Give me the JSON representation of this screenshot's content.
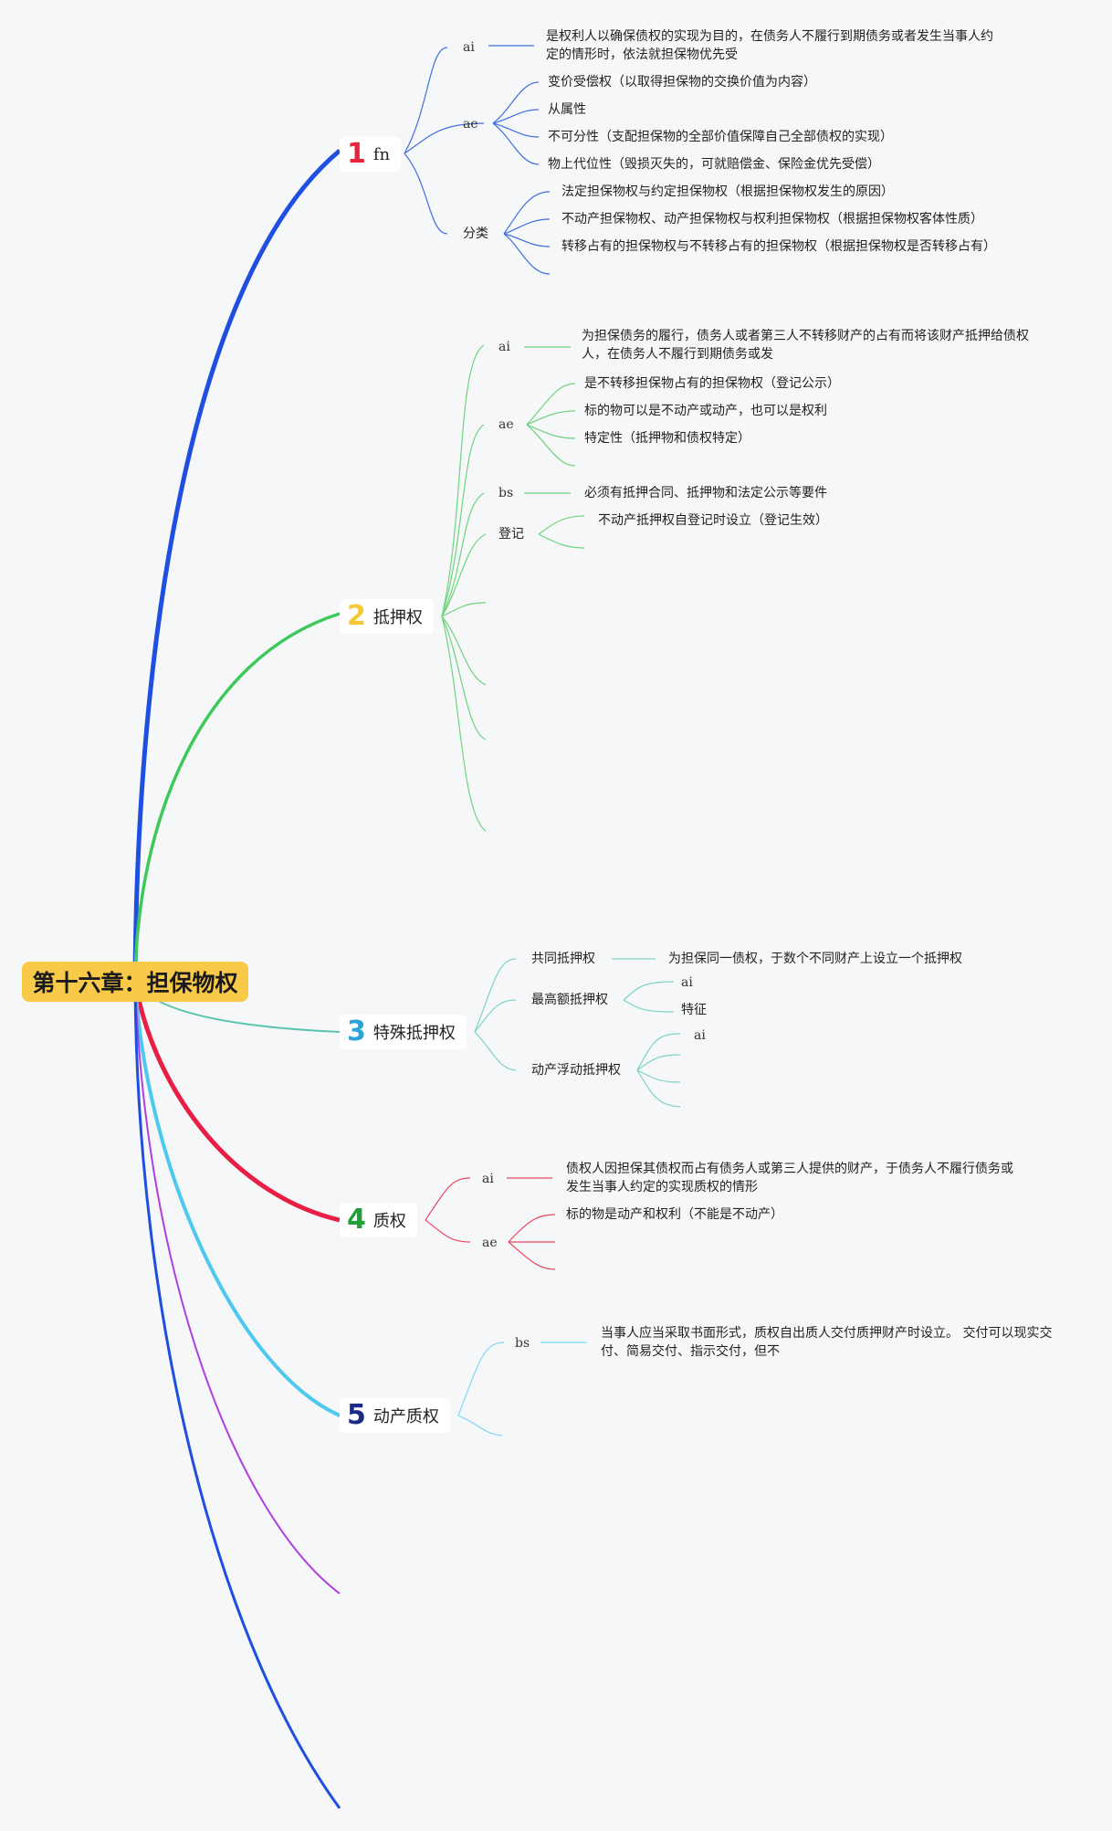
{
  "root": {
    "title": "第十六章：担保物权"
  },
  "branches": [
    {
      "num": "1",
      "num_color": "#e8243c",
      "label": "fn",
      "nodes": {
        "ai": "ai",
        "ai_text": "是权利人以确保债权的实现为目的，在债务人不履行到期债务或者发生当事人约定的情形时，依法就担保物优先受",
        "ae": "ae",
        "ae_items": [
          "变价受偿权（以取得担保物的交换价值为内容）",
          "从属性",
          "不可分性（支配担保物的全部价值保障自己全部债权的实现）",
          "物上代位性（毁损灭失的，可就赔偿金、保险金优先受偿）"
        ],
        "fenlei": "分类",
        "fenlei_items": [
          "法定担保物权与约定担保物权（根据担保物权发生的原因）",
          "不动产担保物权、动产担保物权与权利担保物权（根据担保物权客体性质）",
          "转移占有的担保物权与不转移占有的担保物权（根据担保物权是否转移占有）"
        ]
      }
    },
    {
      "num": "2",
      "num_color": "#f5c936",
      "label": "抵押权",
      "nodes": {
        "ai": "ai",
        "ai_text": "为担保债务的履行，债务人或者第三人不转移财产的占有而将该财产抵押给债权人，在债务人不履行到期债务或发",
        "ae": "ae",
        "ae_items": [
          "是不转移担保物占有的担保物权（登记公示）",
          "标的物可以是不动产或动产，也可以是权利",
          "特定性（抵押物和债权特定）"
        ],
        "bs": "bs",
        "bs_text": "必须有抵押合同、抵押物和法定公示等要件",
        "dengji": "登记",
        "dengji_text": "不动产抵押权自登记时设立（登记生效）"
      }
    },
    {
      "num": "3",
      "num_color": "#2aa3d6",
      "label": "特殊抵押权",
      "nodes": {
        "gongtong": "共同抵押权",
        "gongtong_text": "为担保同一债权，于数个不同财产上设立一个抵押权",
        "zuigao": "最高额抵押权",
        "zuigao_ai": "ai",
        "zuigao_tezheng": "特征",
        "dongchan": "动产浮动抵押权",
        "dongchan_ai": "ai"
      }
    },
    {
      "num": "4",
      "num_color": "#21a038",
      "label": "质权",
      "nodes": {
        "ai": "ai",
        "ai_text": "债权人因担保其债权而占有债务人或第三人提供的财产，于债务人不履行债务或发生当事人约定的实现质权的情形",
        "ae": "ae",
        "ae_text": "标的物是动产和权利（不能是不动产）"
      }
    },
    {
      "num": "5",
      "num_color": "#1a2a8a",
      "label": "动产质权",
      "nodes": {
        "bs": "bs",
        "bs_text": "当事人应当采取书面形式，质权自出质人交付质押财产时设立。 交付可以现实交付、简易交付、指示交付，但不"
      }
    }
  ],
  "colors": {
    "b1": "#1f4fe0",
    "b2": "#3cc95a",
    "b3": "#59c4ae",
    "b4": "#e81e44",
    "b5": "#4fc8f0",
    "b6": "#b23ee0",
    "b7": "#1f4fe0"
  }
}
